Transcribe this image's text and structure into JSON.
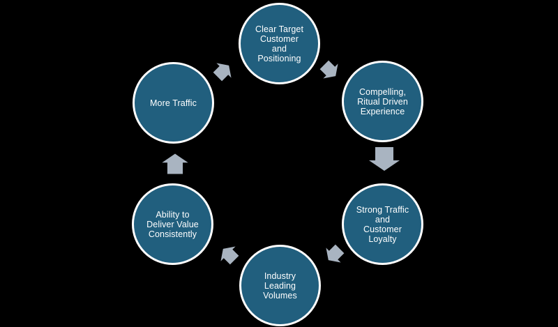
{
  "diagram": {
    "type": "cycle",
    "colors": {
      "background": "#000000",
      "node_fill": "#215F7E",
      "node_border": "#FFFFFF",
      "node_text": "#FFFFFF",
      "arrow": "#A9B4C1"
    },
    "nodes": [
      {
        "id": "clear-target",
        "label": "Clear Target\nCustomer\nand\nPositioning"
      },
      {
        "id": "compelling-experience",
        "label": "Compelling,\nRitual Driven\nExperience"
      },
      {
        "id": "strong-traffic-loyalty",
        "label": "Strong Traffic\nand\nCustomer\nLoyalty"
      },
      {
        "id": "industry-leading-volumes",
        "label": "Industry\nLeading\nVolumes"
      },
      {
        "id": "deliver-value-consistently",
        "label": "Ability to\nDeliver Value\nConsistently"
      },
      {
        "id": "more-traffic",
        "label": "More Traffic"
      }
    ],
    "arrows": [
      {
        "from": "more-traffic",
        "to": "clear-target",
        "direction": "up-right"
      },
      {
        "from": "clear-target",
        "to": "compelling-experience",
        "direction": "down-right"
      },
      {
        "from": "compelling-experience",
        "to": "strong-traffic-loyalty",
        "direction": "down"
      },
      {
        "from": "strong-traffic-loyalty",
        "to": "industry-leading-volumes",
        "direction": "down-left"
      },
      {
        "from": "industry-leading-volumes",
        "to": "deliver-value-consistently",
        "direction": "up-left"
      },
      {
        "from": "deliver-value-consistently",
        "to": "more-traffic",
        "direction": "up"
      }
    ]
  }
}
